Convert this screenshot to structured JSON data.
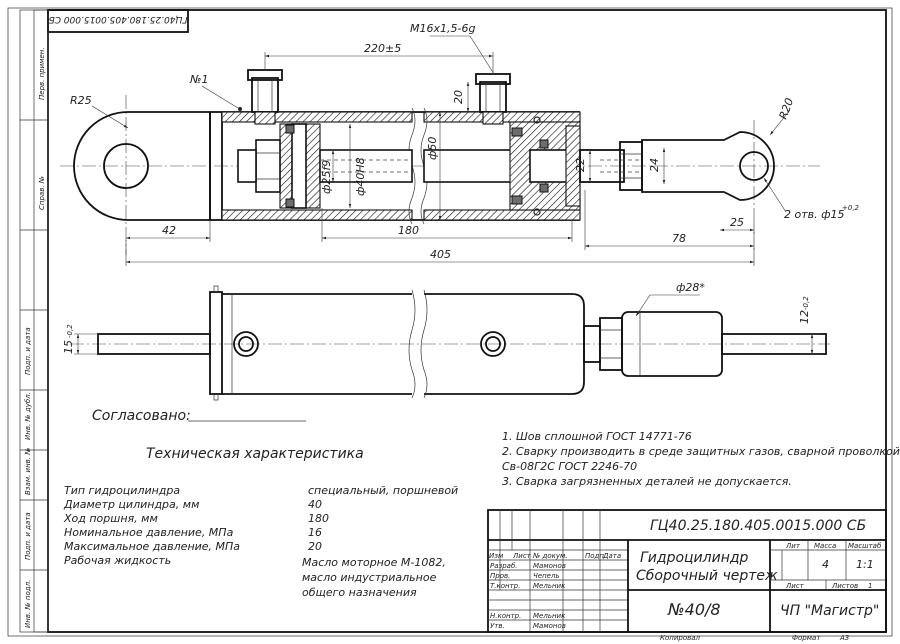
{
  "frame_stamp_top_left": "ГЦ40.25.180.405.0015.000 СБ",
  "side_labels": [
    "Перв. примен.",
    "Справ. №",
    "Подп. и дата",
    "Инв. № дубл.",
    "Взам. инв. №",
    "Подп. и дата",
    "Инв. № подл."
  ],
  "dimensions": {
    "thread": "М16х1,5-6g",
    "d220": "220±5",
    "pos1": "№1",
    "r25": "R25",
    "d20_top": "20",
    "r20": "R20",
    "d25_19": "ф25f9",
    "d40": "ф40Н8",
    "d50": "ф50",
    "d22": "22",
    "d24": "24",
    "d25": "25",
    "holes": "2 отв. ф15",
    "holes_tol": "+0,2",
    "d42": "42",
    "d180": "180",
    "d78": "78",
    "d405": "405",
    "d28": "ф28*",
    "d15": "15",
    "d15_tol": "-0,2",
    "d12": "12",
    "d12_tol": "-0,2"
  },
  "agreed_label": "Согласовано:",
  "notes": [
    "1. Шов сплошной ГОСТ 14771-76",
    "2. Сварку производить в среде защитных газов, сварной проволкой",
    "Св-08Г2С ГОСТ 2246-70",
    "3. Сварка загрязненных деталей не допускается."
  ],
  "spec": {
    "title": "Техническая характеристика",
    "rows": [
      {
        "label": "Тип гидроцилиндра",
        "value": "специальный, поршневой"
      },
      {
        "label": "Диаметр цилиндра, мм",
        "value": "40"
      },
      {
        "label": "Ход поршня, мм",
        "value": "180"
      },
      {
        "label": "Номинальное давление, МПа",
        "value": "16"
      },
      {
        "label": "Максимальное давление, МПа",
        "value": "20"
      },
      {
        "label": "Рабочая жидкость",
        "value": "Масло моторное М-1082,"
      }
    ],
    "value_cont": [
      "масло индустриальное",
      "общего назначения"
    ]
  },
  "title_block": {
    "designation": "ГЦ40.25.180.405.0015.000 СБ",
    "name_line1": "Гидроцилиндр",
    "name_line2": "Сборочный чертеж",
    "number": "№40/8",
    "org": "ЧП \"Магистр\"",
    "lit_label": "Лит",
    "mass_label": "Масса",
    "scale_label": "Масштаб",
    "mass": "4",
    "scale": "1:1",
    "sheet_label": "Лист",
    "sheets_label": "Листов",
    "sheets": "1",
    "copied": "Копировал",
    "format": "Формат",
    "format_val": "А3",
    "col_izm": "Изм",
    "col_list": "Лист",
    "col_doc": "№ докум.",
    "col_sign": "Подп.",
    "col_date": "Дата",
    "roles": [
      "Разраб.",
      "Пров.",
      "Т.контр.",
      "",
      "Н.контр.",
      "Утв."
    ],
    "people": [
      "Мамонов",
      "Чепель",
      "Мельник",
      "",
      "Мельник",
      "Мамонов"
    ]
  }
}
